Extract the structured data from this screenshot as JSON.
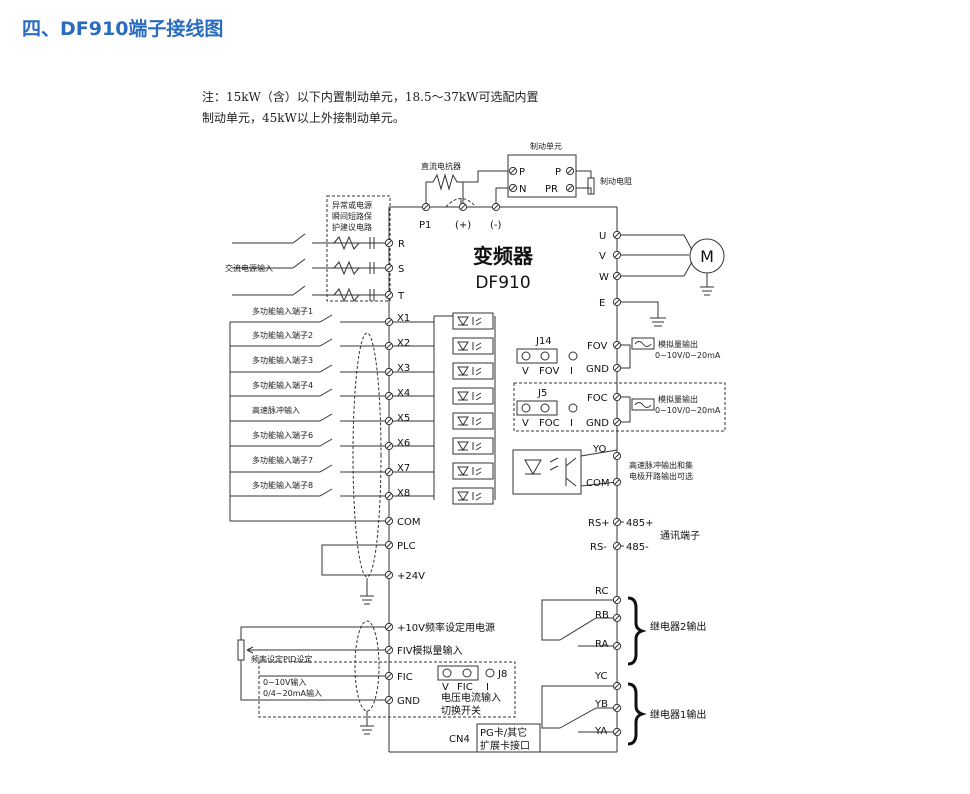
{
  "heading": "四、DF910端子接线图",
  "note": {
    "line1": "注：15kW（含）以下内置制动单元，18.5～37kW可选配内置",
    "line2": "制动单元，45kW以上外接制动单元。"
  },
  "diagram": {
    "main_title": "变频器",
    "model": "DF910",
    "dc_reactor": "直流电抗器",
    "brake_unit": "制动单元",
    "brake_resistor": "制动电阻",
    "brake_terms": {
      "p_in": "P",
      "n_in": "N",
      "p_out": "P",
      "pr_out": "PR"
    },
    "dc_terms": [
      "P1",
      "(+)",
      "(-)"
    ],
    "protect_label": [
      "异常或电源",
      "瞬间短路保",
      "护建议电路"
    ],
    "ac_input": "交流电源输入",
    "rst": [
      "R",
      "S",
      "T"
    ],
    "x_terms": [
      "X1",
      "X2",
      "X3",
      "X4",
      "X5",
      "X6",
      "X7",
      "X8"
    ],
    "x_labels": [
      "多功能输入端子1",
      "多功能输入端子2",
      "多功能输入端子3",
      "多功能输入端子4",
      "高速脉冲输入",
      "多功能输入端子6",
      "多功能输入端子7",
      "多功能输入端子8"
    ],
    "com": "COM",
    "plc": "PLC",
    "v24": "+24V",
    "v10": "+10V频率设定用电源",
    "fiv": "FIV模拟量输入",
    "freq_pid": "频率设定PID设定",
    "fic": "FIC",
    "gnd": "GND",
    "fic_inputs": [
      "0~10V输入",
      "0/4~20mA输入"
    ],
    "j8": "J8",
    "j8_labels": [
      "V",
      "FIC",
      "I"
    ],
    "switch_text": [
      "电压电流输入",
      "切换开关"
    ],
    "cn4": "CN4",
    "pg_card": [
      "PG卡/其它",
      "扩展卡接口"
    ],
    "uvw": [
      "U",
      "V",
      "W"
    ],
    "motor": "M",
    "e": "E",
    "j14": "J14",
    "j14_labels": [
      "V",
      "FOV",
      "I"
    ],
    "fov": "FOV",
    "j5": "J5",
    "j5_labels": [
      "V",
      "FOC",
      "I"
    ],
    "foc": "FOC",
    "gnd_right": "GND",
    "analog_out": [
      "模拟量输出",
      "0~10V/0~20mA"
    ],
    "yo": "YO",
    "com_right": "COM",
    "hs_out": [
      "高速脉冲输出和集",
      "电极开路输出可选"
    ],
    "rs_plus": "RS+",
    "rs_minus": "RS-",
    "p485_plus": "485+",
    "p485_minus": "485-",
    "comm_port": "通讯端子",
    "rc": "RC",
    "rb": "RB",
    "ra": "RA",
    "relay2": "继电器2输出",
    "yc": "YC",
    "yb": "YB",
    "ya": "YA",
    "relay1": "继电器1输出"
  }
}
